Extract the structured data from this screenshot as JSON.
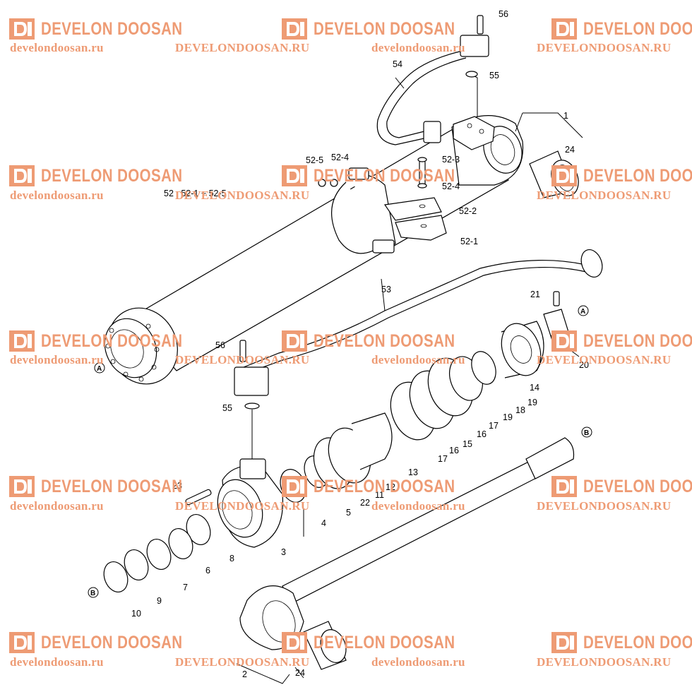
{
  "watermark": {
    "brand": "DEVELON DOOSAN",
    "url_lower": "develondoosan.ru",
    "url_upper": "DEVELONDOOSAN.RU",
    "color": "#ee9b74"
  },
  "callouts": {
    "p1": "1",
    "p2": "2",
    "p3": "3",
    "p4": "4",
    "p5": "5",
    "p6": "6",
    "p7": "7",
    "p8": "8",
    "p9": "9",
    "p10": "10",
    "p11": "11",
    "p12": "12",
    "p13": "13",
    "p14": "14",
    "p15": "15",
    "p16a": "16",
    "p16b": "16",
    "p17a": "17",
    "p17b": "17",
    "p18": "18",
    "p19a": "19",
    "p19b": "19",
    "p20": "20",
    "p21": "21",
    "p22": "22",
    "p23": "23",
    "p24a": "24",
    "p24b": "24",
    "p52_1": "52-1",
    "p52_2": "52-2",
    "p52_3": "52-3",
    "p52_4a": "52-4",
    "p52_4b": "52-4",
    "p52_5": "52-5",
    "p52_group": "52 : 52-1 ~ 52-5",
    "p53": "53",
    "p54": "54",
    "p55a": "55",
    "p55b": "55",
    "p56a": "56",
    "p56b": "56"
  },
  "markers": {
    "a1": "A",
    "a2": "A",
    "b1": "B",
    "b2": "B"
  }
}
